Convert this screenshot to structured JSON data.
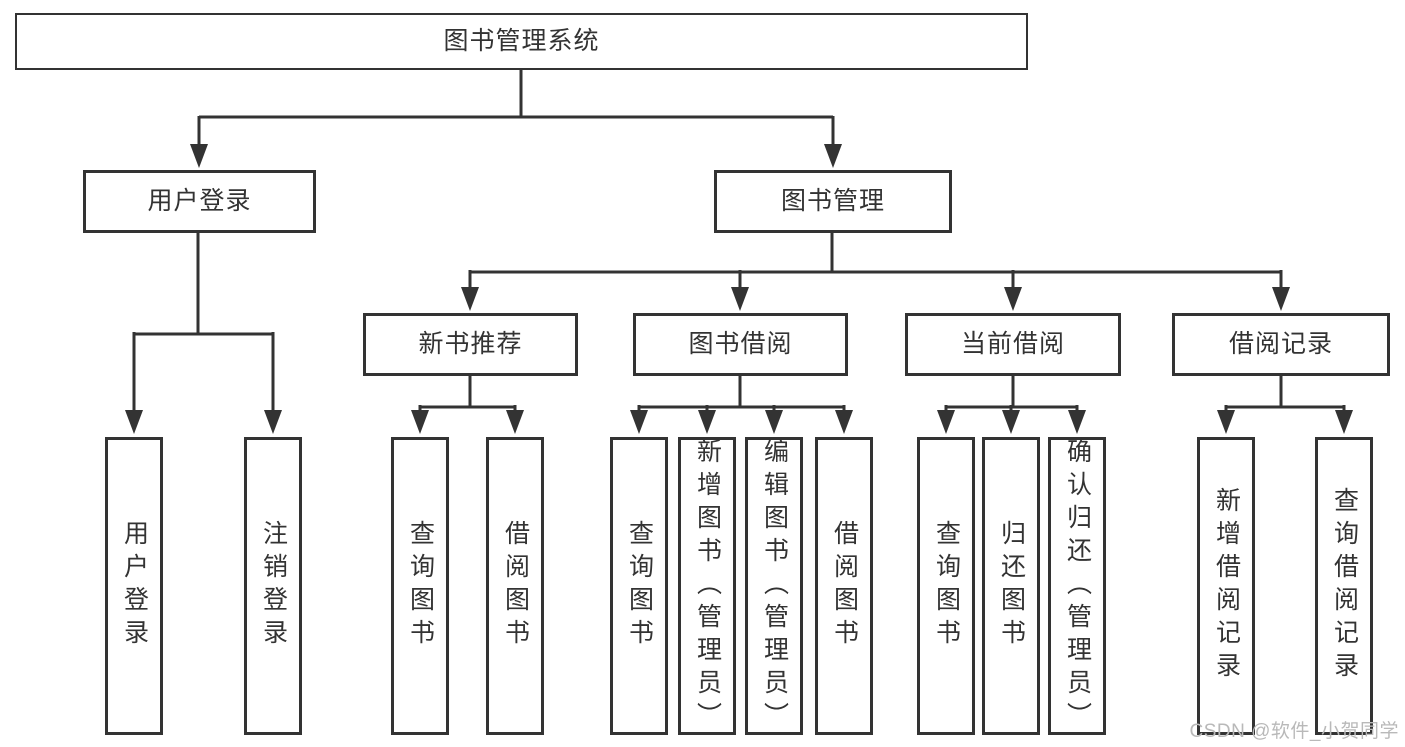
{
  "diagram": {
    "root": {
      "label": "图书管理系统"
    },
    "level1": [
      {
        "label": "用户登录"
      },
      {
        "label": "图书管理"
      }
    ],
    "level2": [
      {
        "label": "新书推荐"
      },
      {
        "label": "图书借阅"
      },
      {
        "label": "当前借阅"
      },
      {
        "label": "借阅记录"
      }
    ],
    "leaves": [
      {
        "label": "用户登录"
      },
      {
        "label": "注销登录"
      },
      {
        "label": "查询图书"
      },
      {
        "label": "借阅图书"
      },
      {
        "label": "查询图书"
      },
      {
        "label": "新增图书（管理员）"
      },
      {
        "label": "编辑图书（管理员）"
      },
      {
        "label": "借阅图书"
      },
      {
        "label": "查询图书"
      },
      {
        "label": "归还图书"
      },
      {
        "label": "确认归还（管理员）"
      },
      {
        "label": "新增借阅记录"
      },
      {
        "label": "查询借阅记录"
      }
    ]
  },
  "watermark": {
    "text": "CSDN @软件_小贺同学",
    "color": "#b9b9b9"
  },
  "colors": {
    "line": "#333333",
    "box_border": "#333333",
    "box_background": "#ffffff",
    "text": "#333333",
    "page_background": "#ffffff"
  }
}
